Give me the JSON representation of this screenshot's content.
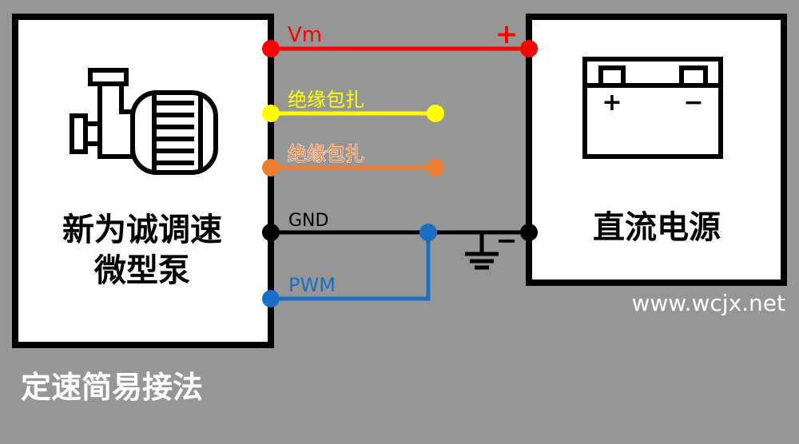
{
  "colors": {
    "background": "#969696",
    "vm": "#ff0000",
    "yellow_wire": "#ffff00",
    "orange_wire": "#ed7d31",
    "gnd": "#000000",
    "pwm": "#1a6fc4",
    "box_fill": "#ffffff",
    "box_border": "#000000",
    "caption": "#ffffff"
  },
  "pump_box": {
    "icon": "pump-icon",
    "title_line1": "新为诚调速",
    "title_line2": "微型泵"
  },
  "power_box": {
    "icon": "battery-icon",
    "title": "直流电源",
    "battery_plus": "+",
    "battery_minus": "−"
  },
  "wires": {
    "vm_label": "Vm",
    "vm_polarity": "+",
    "yellow_label": "绝缘包扎",
    "orange_label": "绝缘包扎",
    "gnd_label": "GND",
    "gnd_polarity": "−",
    "pwm_label": "PWM"
  },
  "caption": "定速简易接法",
  "watermark": "www.wcjx.net"
}
